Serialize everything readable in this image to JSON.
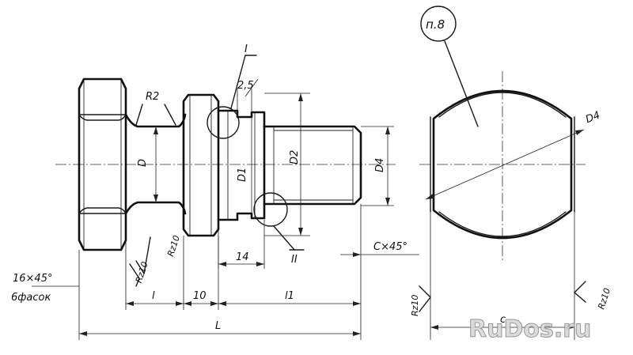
{
  "labels": {
    "radius": "R2",
    "view_one": "I",
    "view_two": "II",
    "groove_width": "2,5",
    "diam_d": "D",
    "diam_d1": "D1",
    "diam_d2": "D2",
    "diam_d4": "D4",
    "chamfer_bottom": "16×45°",
    "chamfer_count": "6фасок",
    "roughness_a": "Rz10",
    "roughness_b": "Rz10",
    "len_14": "14",
    "len_l": "l",
    "len_10": "10",
    "len_l1": "l1",
    "len_L": "L",
    "chamfer_c": "C×45°",
    "item_no": "п.8",
    "diam_d4_right": "D4",
    "roughness_c": "Rz10",
    "roughness_d": "Rz10",
    "width_c": "c"
  },
  "watermark": "RuDos.ru"
}
